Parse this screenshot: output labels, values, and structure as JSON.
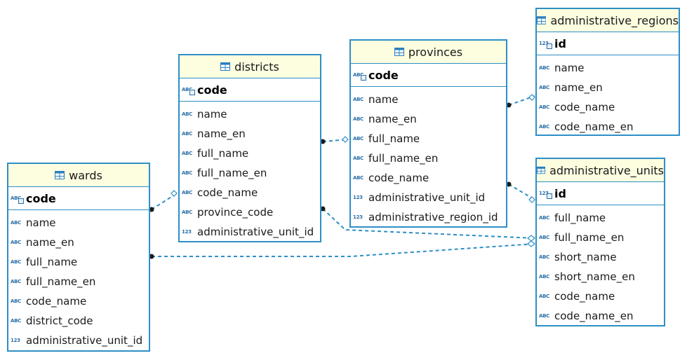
{
  "entities": {
    "wards": {
      "name": "wards",
      "pk": {
        "type": "ABC",
        "name": "code"
      },
      "columns": [
        {
          "type": "ABC",
          "name": "name"
        },
        {
          "type": "ABC",
          "name": "name_en"
        },
        {
          "type": "ABC",
          "name": "full_name"
        },
        {
          "type": "ABC",
          "name": "full_name_en"
        },
        {
          "type": "ABC",
          "name": "code_name"
        },
        {
          "type": "ABC",
          "name": "district_code"
        },
        {
          "type": "123",
          "name": "administrative_unit_id"
        }
      ]
    },
    "districts": {
      "name": "districts",
      "pk": {
        "type": "ABC",
        "name": "code"
      },
      "columns": [
        {
          "type": "ABC",
          "name": "name"
        },
        {
          "type": "ABC",
          "name": "name_en"
        },
        {
          "type": "ABC",
          "name": "full_name"
        },
        {
          "type": "ABC",
          "name": "full_name_en"
        },
        {
          "type": "ABC",
          "name": "code_name"
        },
        {
          "type": "ABC",
          "name": "province_code"
        },
        {
          "type": "123",
          "name": "administrative_unit_id"
        }
      ]
    },
    "provinces": {
      "name": "provinces",
      "pk": {
        "type": "ABC",
        "name": "code"
      },
      "columns": [
        {
          "type": "ABC",
          "name": "name"
        },
        {
          "type": "ABC",
          "name": "name_en"
        },
        {
          "type": "ABC",
          "name": "full_name"
        },
        {
          "type": "ABC",
          "name": "full_name_en"
        },
        {
          "type": "ABC",
          "name": "code_name"
        },
        {
          "type": "123",
          "name": "administrative_unit_id"
        },
        {
          "type": "123",
          "name": "administrative_region_id"
        }
      ]
    },
    "administrative_regions": {
      "name": "administrative_regions",
      "pk": {
        "type": "123",
        "name": "id"
      },
      "columns": [
        {
          "type": "ABC",
          "name": "name"
        },
        {
          "type": "ABC",
          "name": "name_en"
        },
        {
          "type": "ABC",
          "name": "code_name"
        },
        {
          "type": "ABC",
          "name": "code_name_en"
        }
      ]
    },
    "administrative_units": {
      "name": "administrative_units",
      "pk": {
        "type": "123",
        "name": "id"
      },
      "columns": [
        {
          "type": "ABC",
          "name": "full_name"
        },
        {
          "type": "ABC",
          "name": "full_name_en"
        },
        {
          "type": "ABC",
          "name": "short_name"
        },
        {
          "type": "ABC",
          "name": "short_name_en"
        },
        {
          "type": "ABC",
          "name": "code_name"
        },
        {
          "type": "ABC",
          "name": "code_name_en"
        }
      ]
    }
  },
  "colors": {
    "border": "#2e8fc6",
    "header_bg": "#fdfde0",
    "connector": "#2e8fc6",
    "type_icon": "#2a6fa8"
  }
}
